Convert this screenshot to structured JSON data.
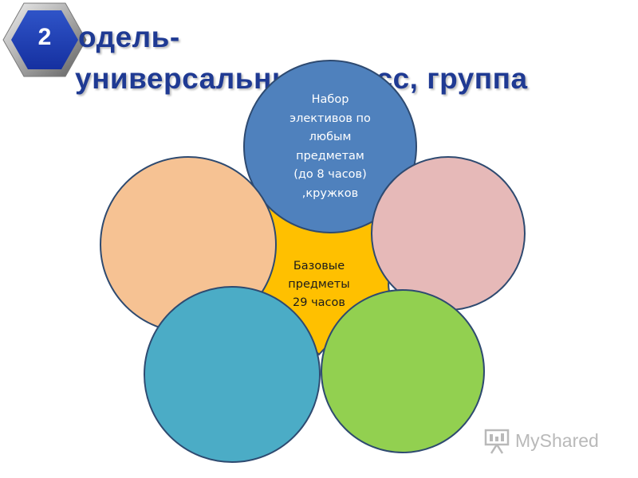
{
  "badge": {
    "number": "2"
  },
  "title": {
    "line1": "одель-",
    "line2": "универсальный класс, группа"
  },
  "diagram": {
    "top_circle_lines": [
      "Набор",
      "элективов по",
      "любым",
      "предметам",
      "(до 8 часов)",
      ",кружков"
    ],
    "center_lines": [
      "Базовые",
      "предметы",
      "29 часов"
    ],
    "colors": {
      "center": "#ffc000",
      "top": "#4f81bd",
      "left": "#f6c293",
      "right": "#e6b9b8",
      "bottom_left": "#4bacc6",
      "bottom_right": "#92d050",
      "outline": "#2e4a70"
    }
  },
  "watermark": {
    "text": "MyShared",
    "icon": "presentation-board-icon"
  }
}
